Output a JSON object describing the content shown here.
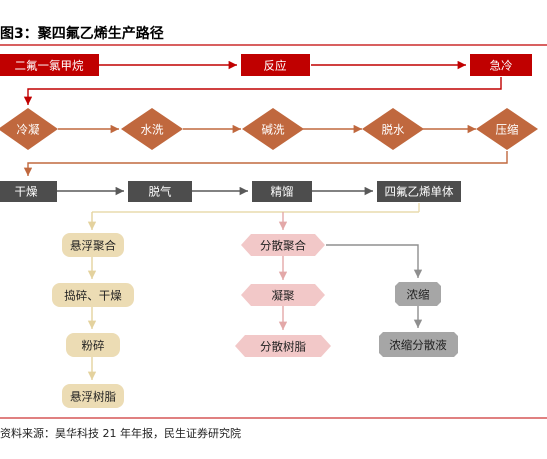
{
  "title": "图3：聚四氟乙烯生产路径",
  "source": "资料来源：昊华科技 21 年年报，民生证券研究院",
  "colors": {
    "red": "#c00000",
    "brown": "#c0683e",
    "dark": "#4d4d4d",
    "beige": "#ecdcb4",
    "pink": "#f2c8c8",
    "gray": "#a6a6a6",
    "beige_line": "#e9dcae",
    "pink_line": "#e8b8b8",
    "gray_line": "#8f8f8f"
  },
  "diagram": {
    "row1": [
      "二氟一氯甲烷",
      "反应",
      "急冷"
    ],
    "row2": [
      "冷凝",
      "水洗",
      "碱洗",
      "脱水",
      "压缩"
    ],
    "row3": [
      "干燥",
      "脱气",
      "精馏",
      "四氟乙烯单体"
    ],
    "branch_suspension": [
      "悬浮聚合",
      "捣碎、干燥",
      "粉碎",
      "悬浮树脂"
    ],
    "branch_dispersion": [
      "分散聚合",
      "凝聚",
      "分散树脂"
    ],
    "branch_concentrate": [
      "浓缩",
      "浓缩分散液"
    ]
  }
}
